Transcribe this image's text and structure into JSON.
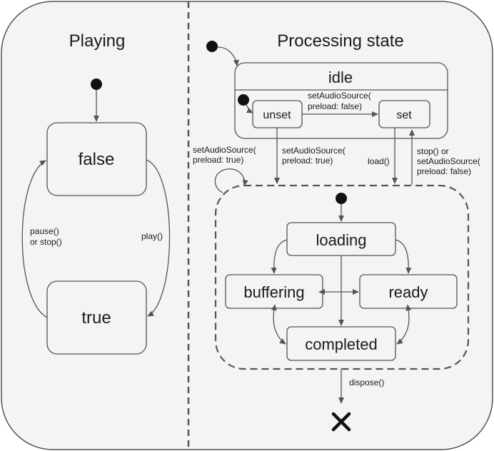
{
  "regions": {
    "playing_title": "Playing",
    "processing_title": "Processing state"
  },
  "states": {
    "false": "false",
    "true": "true",
    "idle": "idle",
    "unset": "unset",
    "set": "set",
    "loading": "loading",
    "buffering": "buffering",
    "ready": "ready",
    "completed": "completed"
  },
  "transitions": {
    "play": "play()",
    "pause_stop": [
      "pause()",
      "or stop()"
    ],
    "unset_to_set": [
      "setAudioSource(",
      "preload: false)"
    ],
    "self_loop": [
      "setAudioSource(",
      "preload: true)"
    ],
    "unset_down": [
      "setAudioSource(",
      "preload: true)"
    ],
    "load": "load()",
    "stop_or_set": [
      "stop() or",
      "setAudioSource(",
      "preload: false)"
    ],
    "dispose": "dispose()"
  },
  "colors": {
    "background": "#f4f4f6",
    "stroke": "#555555",
    "text": "#1a1a1a"
  },
  "icons": {
    "final_state": "x-mark-icon",
    "initial_state": "filled-circle-icon"
  }
}
